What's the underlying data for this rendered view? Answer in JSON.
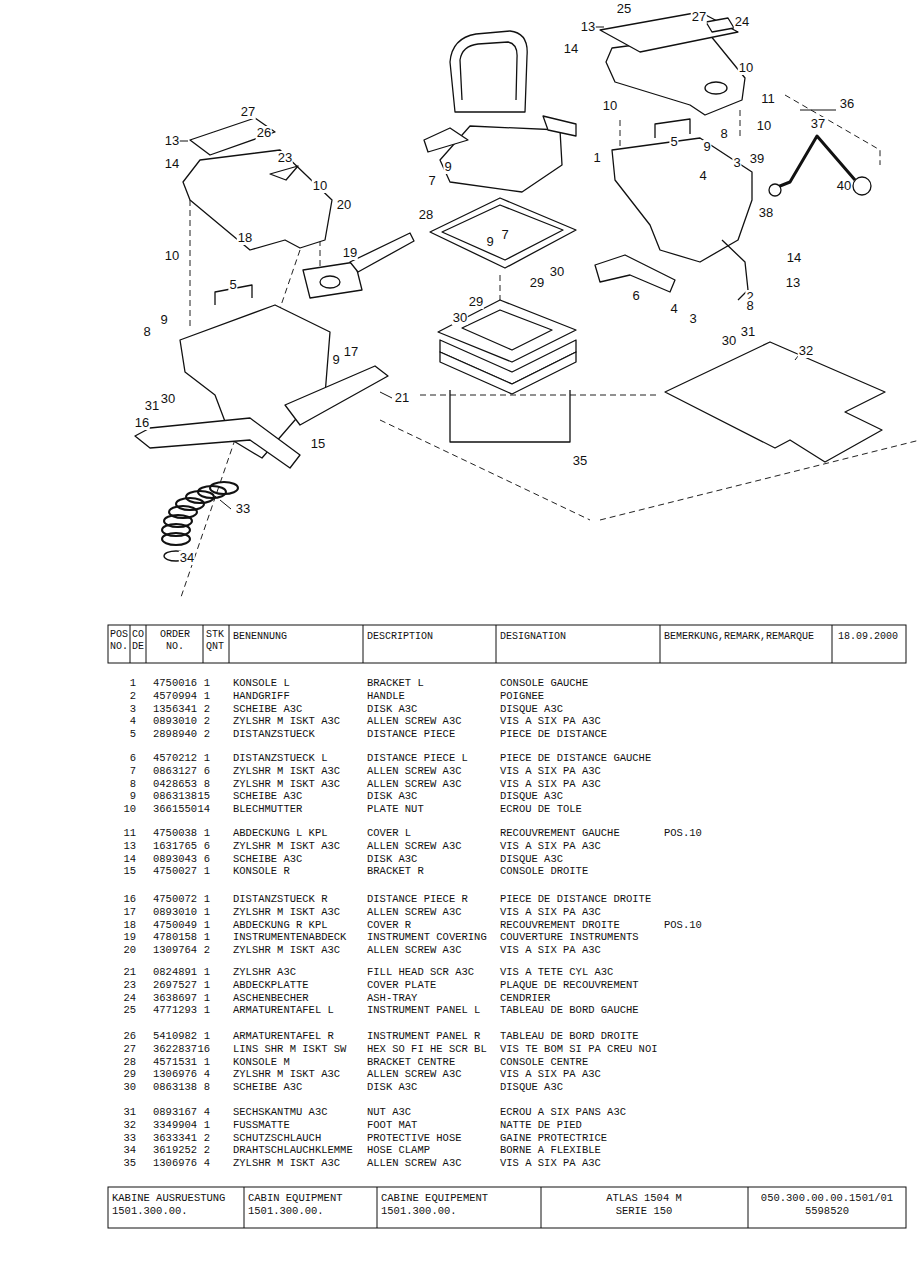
{
  "diagram": {
    "labels": [
      "25",
      "27",
      "24",
      "13",
      "14",
      "10",
      "10",
      "11",
      "36",
      "10",
      "37",
      "5",
      "9",
      "8",
      "1",
      "3",
      "4",
      "39",
      "40",
      "38",
      "14",
      "2",
      "13",
      "6",
      "4",
      "3",
      "8",
      "31",
      "30",
      "32",
      "35",
      "9",
      "7",
      "28",
      "9",
      "7",
      "30",
      "29",
      "29",
      "30",
      "27",
      "26",
      "13",
      "14",
      "23",
      "10",
      "20",
      "18",
      "19",
      "10",
      "5",
      "9",
      "8",
      "9",
      "17",
      "21",
      "31",
      "30",
      "16",
      "15",
      "33",
      "34",
      "POS NO.",
      "CO DE",
      "ORDER NO.",
      "STK QNT",
      "BENENNUNG",
      "DESCRIPTION",
      "DESIGNATION",
      "BEMERKUNG,REMARK,REMARQUE",
      "18.09.2000",
      "1",
      "4750016",
      "1",
      "KONSOLE L",
      "BRACKET L",
      "CONSOLE GAUCHE",
      "2",
      "4570994",
      "1",
      "HANDGRIFF",
      "HANDLE",
      "POIGNEE",
      "3",
      "1356341",
      "2",
      "SCHEIBE A3C",
      "DISK A3C",
      "DISQUE A3C",
      "4",
      "0893010",
      "2",
      "ZYLSHR M ISKT A3C",
      "ALLEN SCREW A3C",
      "VIS A SIX PA A3C",
      "5",
      "2898940",
      "2",
      "DISTANZSTUECK",
      "DISTANCE PIECE",
      "PIECE DE DISTANCE",
      "6",
      "4570212",
      "1",
      "DISTANZSTUECK L",
      "DISTANCE PIECE L",
      "PIECE DE DISTANCE GAUCHE",
      "7",
      "0863127",
      "6",
      "ZYLSHR M ISKT A3C",
      "ALLEN SCREW A3C",
      "VIS A SIX PA A3C",
      "8",
      "0428653",
      "8",
      "ZYLSHR M ISKT A3C",
      "ALLEN SCREW A3C",
      "VIS A SIX PA A3C",
      "9",
      "0863138",
      "15",
      "SCHEIBE A3C",
      "DISK A3C",
      "DISQUE A3C",
      "10",
      "3661550",
      "14",
      "BLECHMUTTER",
      "PLATE NUT",
      "ECROU DE TOLE",
      "11",
      "4750038",
      "1",
      "ABDECKUNG L KPL",
      "COVER L",
      "RECOUVREMENT GAUCHE",
      "POS.10",
      "13",
      "1631765",
      "6",
      "ZYLSHR M ISKT A3C",
      "ALLEN SCREW A3C",
      "VIS A SIX PA A3C",
      "14",
      "0893043",
      "6",
      "SCHEIBE A3C",
      "DISK A3C",
      "DISQUE A3C",
      "15",
      "4750027",
      "1",
      "KONSOLE R",
      "BRACKET R",
      "CONSOLE DROITE",
      "16",
      "4750072",
      "1",
      "DISTANZSTUECK R",
      "DISTANCE PIECE R",
      "PIECE DE DISTANCE DROITE",
      "17",
      "0893010",
      "1",
      "ZYLSHR M ISKT A3C",
      "ALLEN SCREW A3C",
      "VIS A SIX PA A3C",
      "18",
      "4750049",
      "1",
      "ABDECKUNG R KPL",
      "COVER R",
      "RECOUVREMENT DROITE",
      "POS.10",
      "19",
      "4780158",
      "1",
      "INSTRUMENTENABDECK",
      "INSTRUMENT COVERING",
      "COUVERTURE INSTRUMENTS",
      "20",
      "1309764",
      "2",
      "ZYLSHR M ISKT A3C",
      "ALLEN SCREW A3C",
      "VIS A SIX PA A3C",
      "21",
      "0824891",
      "1",
      "ZYLSHR A3C",
      "FILL HEAD SCR A3C",
      "VIS A TETE CYL A3C",
      "23",
      "2697527",
      "1",
      "ABDECKPLATTE",
      "COVER PLATE",
      "PLAQUE DE RECOUVREMENT",
      "24",
      "3638697",
      "1",
      "ASCHENBECHER",
      "ASH-TRAY",
      "CENDRIER",
      "25",
      "4771293",
      "1",
      "ARMATURENTAFEL L",
      "INSTRUMENT PANEL L",
      "TABLEAU DE BORD GAUCHE",
      "26",
      "5410982",
      "1",
      "ARMATURENTAFEL R",
      "INSTRUMENT PANEL R",
      "TABLEAU DE BORD DROITE",
      "27",
      "3622837",
      "16",
      "LINS SHR M ISKT SW",
      "HEX SO FI HE SCR BL",
      "VIS TE BOM SI PA CREU NOI",
      "28",
      "4571531",
      "1",
      "KONSOLE M",
      "BRACKET CENTRE",
      "CONSOLE CENTRE",
      "29",
      "1306976",
      "4",
      "ZYLSHR M ISKT A3C",
      "ALLEN SCREW A3C",
      "VIS A SIX PA A3C",
      "30",
      "0863138",
      "8",
      "SCHEIBE A3C",
      "DISK A3C",
      "DISQUE A3C",
      "31",
      "0893167",
      "4",
      "SECHSKANTMU A3C",
      "NUT A3C",
      "ECROU A SIX PANS A3C",
      "32",
      "3349904",
      "1",
      "FUSSMATTE",
      "FOOT MAT",
      "NATTE DE PIED",
      "33",
      "3633341",
      "2",
      "SCHUTZSCHLAUCH",
      "PROTECTIVE HOSE",
      "GAINE PROTECTRICE",
      "34",
      "3619252",
      "2",
      "DRAHTSCHLAUCHKLEMME",
      "HOSE CLAMP",
      "BORNE A FLEXIBLE",
      "35",
      "1306976",
      "4",
      "ZYLSHR M ISKT A3C",
      "ALLEN SCREW A3C",
      "VIS A SIX PA A3C",
      "KABINE AUSRUESTUNG 1501.300.00.",
      "CABIN EQUIPMENT 1501.300.00.",
      "CABINE EQUIPEMENT 1501.300.00.",
      "ATLAS 1504 M SERIE 150",
      "050.300.00.00.1501/01 5598520"
    ]
  }
}
